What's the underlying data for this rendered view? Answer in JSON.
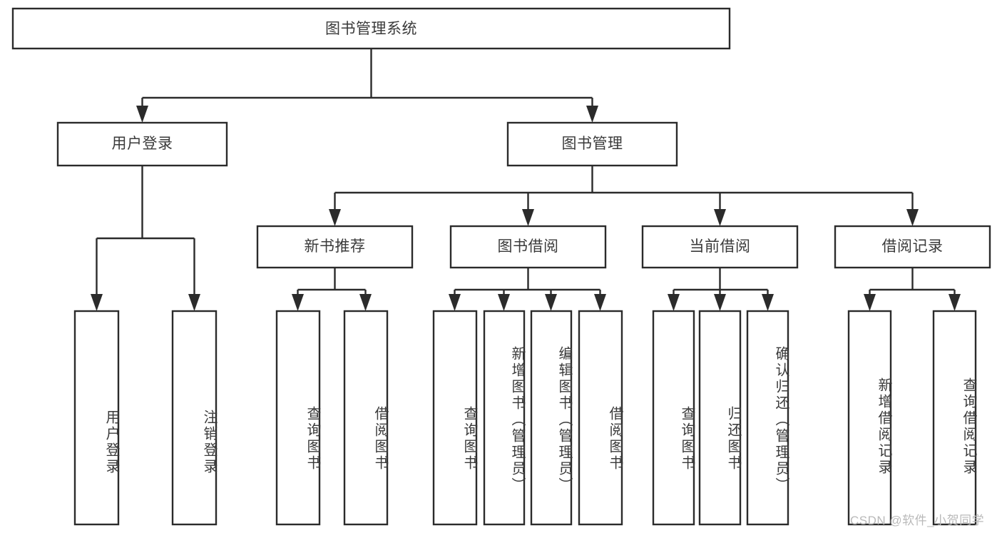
{
  "diagram": {
    "type": "tree-hierarchy-flowchart",
    "title_node": {
      "label": "图书管理系统"
    },
    "level2": [
      {
        "id": "user-login",
        "label": "用户登录"
      },
      {
        "id": "book-management",
        "label": "图书管理"
      }
    ],
    "level3": [
      {
        "id": "new-book-recommend",
        "label": "新书推荐"
      },
      {
        "id": "book-borrow",
        "label": "图书借阅"
      },
      {
        "id": "current-borrow",
        "label": "当前借阅"
      },
      {
        "id": "borrow-record",
        "label": "借阅记录"
      }
    ],
    "leaves": [
      {
        "id": "leaf-user-login",
        "label": "用户登录",
        "parent": "user-login"
      },
      {
        "id": "leaf-logout-login",
        "label": "注销登录",
        "parent": "user-login"
      },
      {
        "id": "leaf-query-book-1",
        "label": "查询图书",
        "parent": "new-book-recommend"
      },
      {
        "id": "leaf-borrow-book-1",
        "label": "借阅图书",
        "parent": "new-book-recommend"
      },
      {
        "id": "leaf-query-book-2",
        "label": "查询图书",
        "parent": "book-borrow"
      },
      {
        "id": "leaf-add-book-admin",
        "label": "新增图书（管理员）",
        "parent": "book-borrow"
      },
      {
        "id": "leaf-edit-book-admin",
        "label": "编辑图书（管理员）",
        "parent": "book-borrow"
      },
      {
        "id": "leaf-borrow-book-2",
        "label": "借阅图书",
        "parent": "book-borrow"
      },
      {
        "id": "leaf-query-book-3",
        "label": "查询图书",
        "parent": "current-borrow"
      },
      {
        "id": "leaf-return-book",
        "label": "归还图书",
        "parent": "current-borrow"
      },
      {
        "id": "leaf-confirm-return-admin",
        "label": "确认归还（管理员）",
        "parent": "current-borrow"
      },
      {
        "id": "leaf-add-borrow-record",
        "label": "新增借阅记录",
        "parent": "borrow-record"
      },
      {
        "id": "leaf-query-borrow-record",
        "label": "查询借阅记录",
        "parent": "borrow-record"
      }
    ],
    "watermark": "CSDN @软件_小贺同学",
    "colors": {
      "stroke": "#2b2b2b",
      "text": "#3a3a3a",
      "background": "#ffffff",
      "watermark": "#b9b9b9"
    }
  }
}
